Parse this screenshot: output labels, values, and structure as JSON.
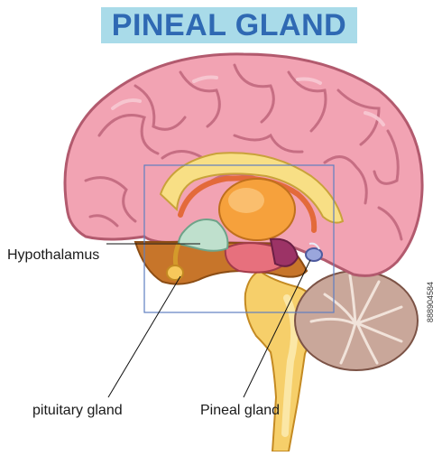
{
  "title": "PINEAL GLAND",
  "labels": {
    "hypothalamus": "Hypothalamus",
    "pituitary": "pituitary gland",
    "pineal": "Pineal gland"
  },
  "image_id": "888904584",
  "colors": {
    "title_bg": "#a9dbe9",
    "title_text": "#2f69b3",
    "cerebrum": "#f2a3b3",
    "cerebrum_outline": "#b25a6e",
    "brainstem": "#f6cf6a",
    "cerebellum": "#c9a79a",
    "thalamus": "#f6a13c",
    "hypothalamus": "#bfe0cd",
    "pineal": "#9aa6dc",
    "focus_box": "#5f7fc0"
  }
}
